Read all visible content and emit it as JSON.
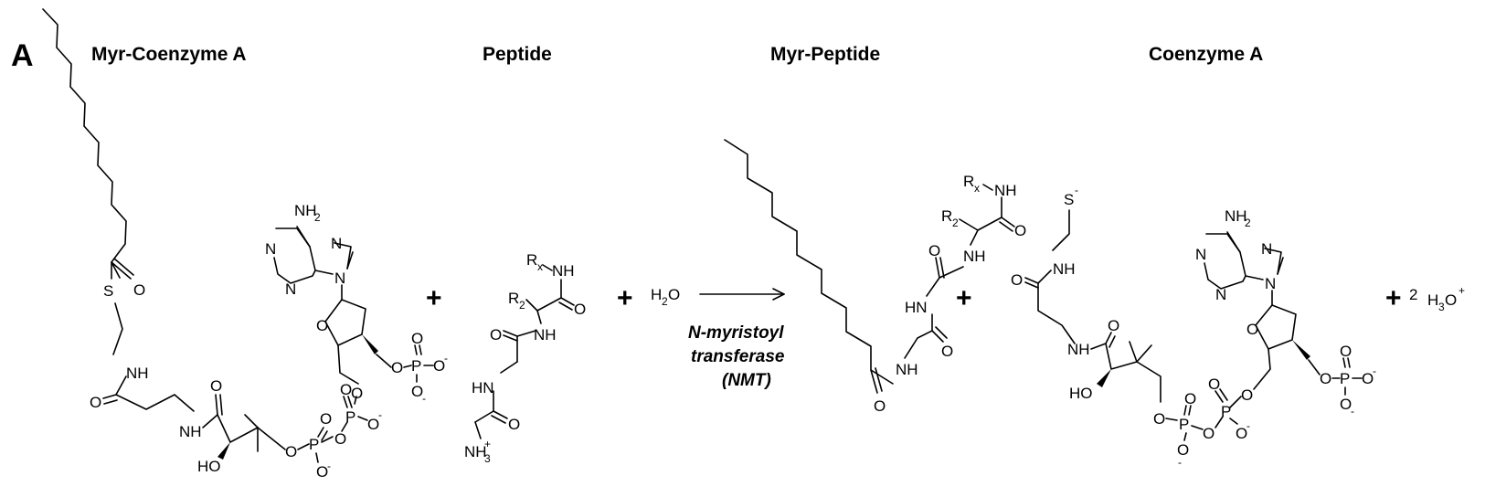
{
  "panel_label": "A",
  "headers": {
    "myr_coa": "Myr-Coenzyme A",
    "peptide": "Peptide",
    "myr_peptide": "Myr-Peptide",
    "coa": "Coenzyme A"
  },
  "enzyme": {
    "line1": "N-myristoyl",
    "line2": "transferase",
    "line3": "(NMT)"
  },
  "plus_sign": "+",
  "coefficient": "2",
  "water": {
    "main": "H",
    "sub": "2",
    "tail": "O"
  },
  "hydronium": {
    "main": "H",
    "sub": "3",
    "tail": "O",
    "sup": "+"
  },
  "atoms": {
    "O": "O",
    "S": "S",
    "NH": "NH",
    "HN": "HN",
    "N": "N",
    "HO": "HO",
    "P": "P",
    "neg": "-",
    "NH2_main": "NH",
    "NH2_sub": "2",
    "NH3_main": "NH",
    "NH3_sub": "3",
    "NH3_sup": "+",
    "R2_main": "R",
    "R2_sub": "2",
    "Rx_main": "R",
    "Rx_sub": "x",
    "S_neg": "S"
  }
}
